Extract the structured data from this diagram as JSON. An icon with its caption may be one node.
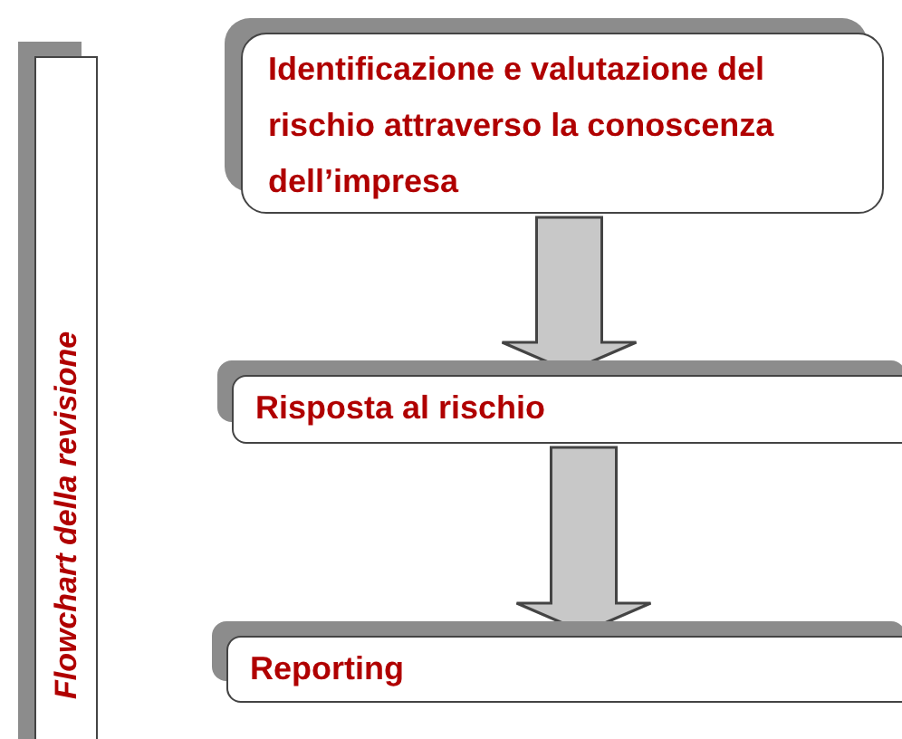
{
  "diagram": {
    "nodes": [
      {
        "text": [
          "Flowchart della revisione"
        ]
      },
      {
        "text": [
          "Identificazione e valutazione del rischio attraverso la conoscenza dell’impresa"
        ]
      },
      {
        "text": [
          "Risposta al rischio"
        ]
      },
      {
        "text": [
          "Reporting"
        ]
      }
    ],
    "edges": [
      {
        "from": 1,
        "to": 2,
        "arrow": "to"
      },
      {
        "from": 2,
        "to": 3,
        "arrow": "to"
      }
    ]
  }
}
